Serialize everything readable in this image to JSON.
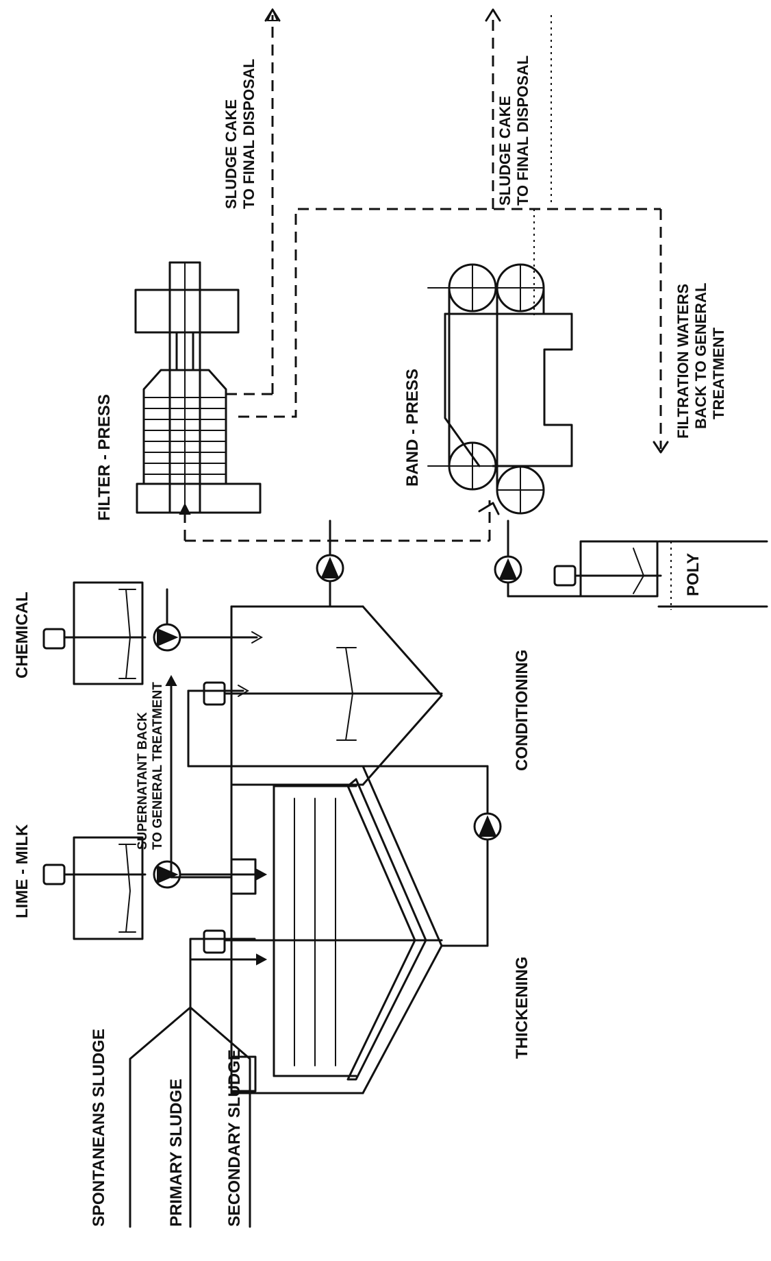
{
  "labels": {
    "spontaneous_sludge": "SPONTANEANS SLUDGE",
    "primary_sludge": "PRIMARY SLUDGE",
    "secondary_sludge": "SECONDARY SLUDGE",
    "lime_milk": "LIME - MILK",
    "chemical": "CHEMICAL",
    "thickening": "THICKENING",
    "conditioning": "CONDITIONING",
    "supernatant_line1": "SUPERNATANT BACK",
    "supernatant_line2": "TO GENERAL TREATMENT",
    "filter_press": "FILTER - PRESS",
    "band_press": "BAND - PRESS",
    "poly": "POLY",
    "cake1_line1": "SLUDGE CAKE",
    "cake1_line2": "TO FINAL DISPOSAL",
    "cake2_line1": "SLUDGE CAKE",
    "cake2_line2": "TO FINAL DISPOSAL",
    "filtration_line1": "FILTRATION WATERS",
    "filtration_line2": "BACK TO GENERAL",
    "filtration_line3": "TREATMENT"
  }
}
